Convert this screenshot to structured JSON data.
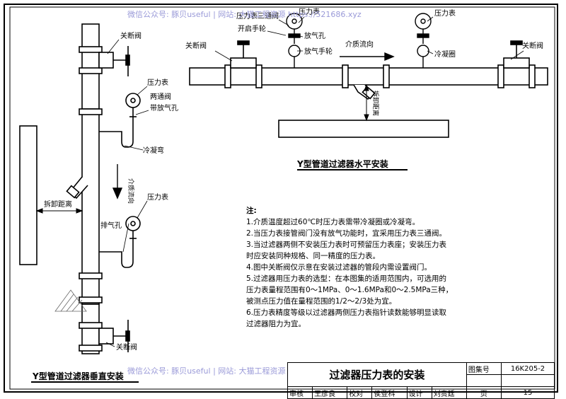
{
  "labels": {
    "shutoff_valve": "关断阀",
    "pressure_gauge": "压力表",
    "two_way_valve": "两通阀",
    "with_vent_hole": "带放气孔",
    "condensing_elbow": "冷凝弯",
    "medium_flow": "介质流向",
    "vent_hole": "排气孔",
    "removal_distance": "拆卸距离",
    "gauge_three_way_valve": "压力表三通阀",
    "opening_handwheel": "开启手轮",
    "vent_hole_h": "放气孔",
    "vent_handwheel": "放气手轮",
    "condensing_ring": "冷凝圈"
  },
  "titles": {
    "vertical": "Y型管道过滤器垂直安装",
    "horizontal": "Y型管道过滤器水平安装"
  },
  "notes": {
    "heading": "注:",
    "items": [
      "1.介质温度超过60℃时压力表需带冷凝圈或冷凝弯。",
      "2.当压力表接管阀门没有放气功能时，宜采用压力表三通阀。",
      "3.当过滤器两侧不安装压力表时可预留压力表座；安装压力表",
      "   时应安装同种规格、同一精度的压力表。",
      "4.图中关断阀仅示意在安装过滤器的管段内需设置阀门。",
      "5.过滤器用压力表的选型：在本图集的适用范围内，可选用的",
      "   压力表量程范围有0～1MPa、0～1.6MPa和0～2.5MPa三种，",
      "   被测点压力值在量程范围的1/2～2/3处为宜。",
      "6.压力表精度等级以过滤器两侧压力表指针读数能够明显读取",
      "   过滤器阻力为宜。"
    ]
  },
  "title_block": {
    "drawing_title": "过滤器压力表的安装",
    "atlas_no_label": "图集号",
    "atlas_no": "16K205-2",
    "review_label": "审核",
    "reviewer": "王彦良",
    "check_label": "校对",
    "checker": "侯登科",
    "design_label": "设计",
    "designer": "刘贵廷",
    "page_label": "页",
    "page_no": "15"
  },
  "watermarks": {
    "top": "微信公众号: 豚贝useful | 网站: 大猫工程资源 https://521686.xyz",
    "bottom": "微信公众号: 豚贝useful | 网站: 大猫工程资源"
  }
}
